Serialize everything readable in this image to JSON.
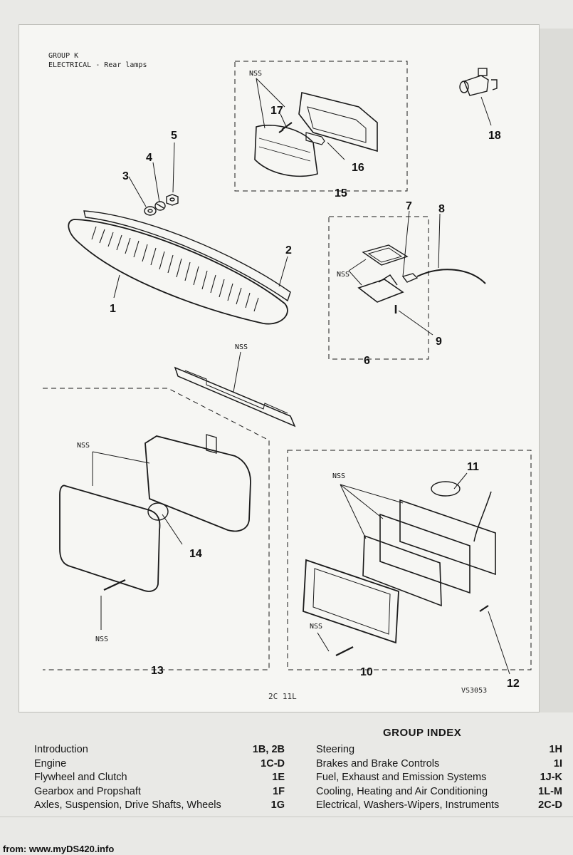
{
  "header": {
    "group": "GROUP K",
    "section": "ELECTRICAL - Rear lamps"
  },
  "diagram": {
    "callouts": [
      "1",
      "2",
      "3",
      "4",
      "5",
      "6",
      "7",
      "8",
      "9",
      "10",
      "11",
      "12",
      "13",
      "14",
      "15",
      "16",
      "17",
      "18"
    ],
    "nss_label": "NSS",
    "figure_note": "2C 11L",
    "figure_ref": "VS3053"
  },
  "group_index": {
    "title": "GROUP INDEX",
    "left": [
      {
        "label": "Introduction",
        "page": "1B, 2B"
      },
      {
        "label": "Engine",
        "page": "1C-D"
      },
      {
        "label": "Flywheel and Clutch",
        "page": "1E"
      },
      {
        "label": "Gearbox and Propshaft",
        "page": "1F"
      },
      {
        "label": "Axles, Suspension, Drive Shafts, Wheels",
        "page": "1G"
      }
    ],
    "right": [
      {
        "label": "Steering",
        "page": "1H"
      },
      {
        "label": "Brakes and Brake Controls",
        "page": "1I"
      },
      {
        "label": "Fuel, Exhaust and Emission Systems",
        "page": "1J-K"
      },
      {
        "label": "Cooling, Heating and Air Conditioning",
        "page": "1L-M"
      },
      {
        "label": "Electrical, Washers-Wipers, Instruments",
        "page": "2C-D"
      }
    ]
  },
  "footer": {
    "source": "from: www.myDS420.info"
  }
}
